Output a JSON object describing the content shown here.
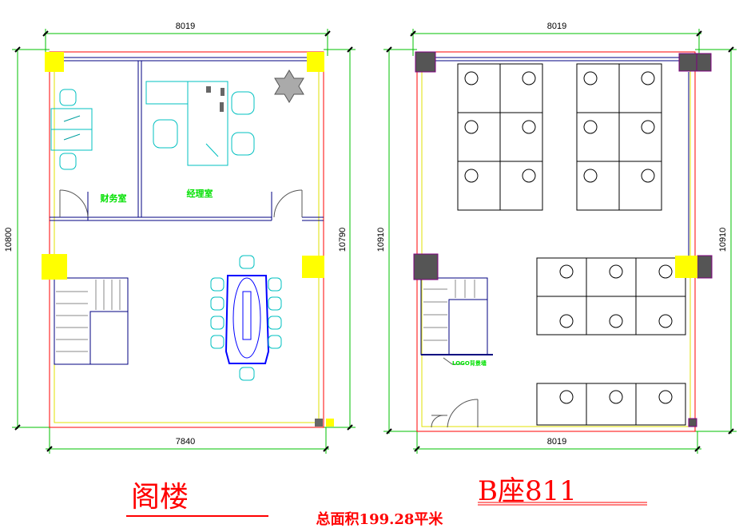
{
  "left_plan": {
    "name": "阁楼",
    "dim_top": "8019",
    "dim_bottom": "7840",
    "dim_left": "10800",
    "dim_right": "10790",
    "rooms": [
      "财务室",
      "经理室"
    ]
  },
  "right_plan": {
    "name": "B座811",
    "dim_top": "8019",
    "dim_bottom": "8019",
    "dim_left": "10910",
    "dim_right": "10910",
    "logo_wall_label": "LOGO背景墙"
  },
  "total_area": "总面积199.28平米",
  "colors": {
    "dimension": "#00c000",
    "wall": "#000080",
    "furniture": "#00c0c0",
    "column_left": "#ffff00",
    "column_right": "#505050",
    "title": "#ff0000"
  }
}
